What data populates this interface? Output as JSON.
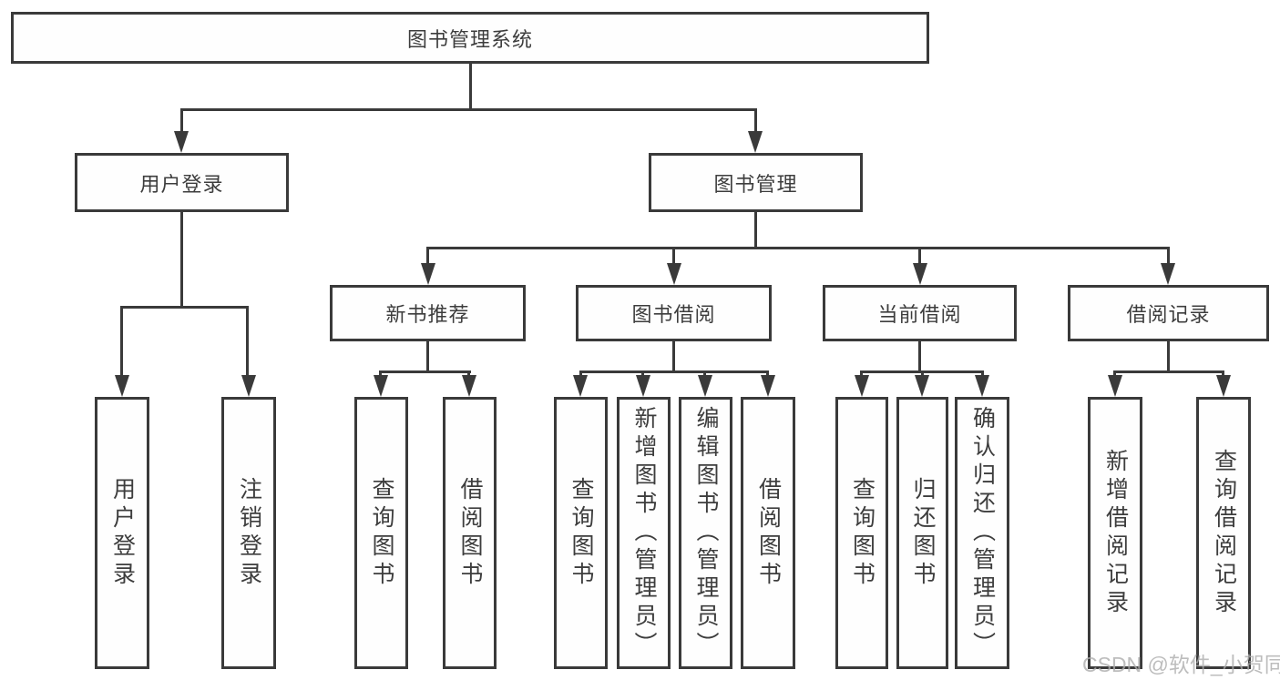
{
  "diagram": {
    "root": {
      "label": "图书管理系统"
    },
    "children": [
      {
        "label": "用户登录",
        "children": [
          {
            "label": "用户登录"
          },
          {
            "label": "注销登录"
          }
        ]
      },
      {
        "label": "图书管理",
        "children": [
          {
            "label": "新书推荐",
            "children": [
              {
                "label": "查询图书"
              },
              {
                "label": "借阅图书"
              }
            ]
          },
          {
            "label": "图书借阅",
            "children": [
              {
                "label": "查询图书"
              },
              {
                "label": "新增图书（管理员）"
              },
              {
                "label": "编辑图书（管理员）"
              },
              {
                "label": "借阅图书"
              }
            ]
          },
          {
            "label": "当前借阅",
            "children": [
              {
                "label": "查询图书"
              },
              {
                "label": "归还图书"
              },
              {
                "label": "确认归还（管理员）"
              }
            ]
          },
          {
            "label": "借阅记录",
            "children": [
              {
                "label": "新增借阅记录"
              },
              {
                "label": "查询借阅记录"
              }
            ]
          }
        ]
      }
    ],
    "line_color": "#3a3a3a",
    "text_color": "#3d3d3d"
  },
  "watermark": {
    "text": "CSDN @软件_小贺同学"
  }
}
